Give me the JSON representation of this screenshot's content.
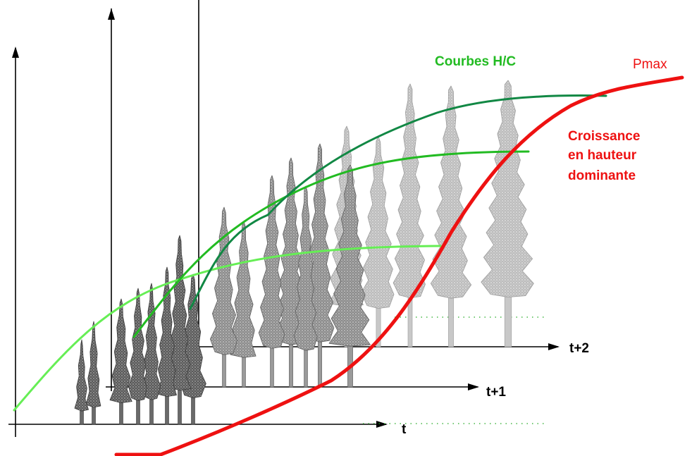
{
  "labels": {
    "axis_t": "t",
    "axis_t1": "t+1",
    "axis_t2": "t+2",
    "courbes": "Courbes H/C",
    "pmax": "Pmax",
    "croissance_line1": "Croissance",
    "croissance_line2": "en hauteur",
    "croissance_line3": "dominante"
  },
  "colors": {
    "axis": "#000000",
    "growth_curve": "#ee1111",
    "hc_curve_dark": "#118844",
    "hc_curve_mid": "#22bb22",
    "hc_curve_light": "#66ee55",
    "label_green": "#22bb22",
    "label_red": "#ee1111",
    "tree_dark": "#555555",
    "tree_mid": "#8a8a8a",
    "tree_light": "#bdbdbd",
    "dotted_line": "#22aa22"
  },
  "icons": {
    "tree": "conifer-tree-icon"
  }
}
